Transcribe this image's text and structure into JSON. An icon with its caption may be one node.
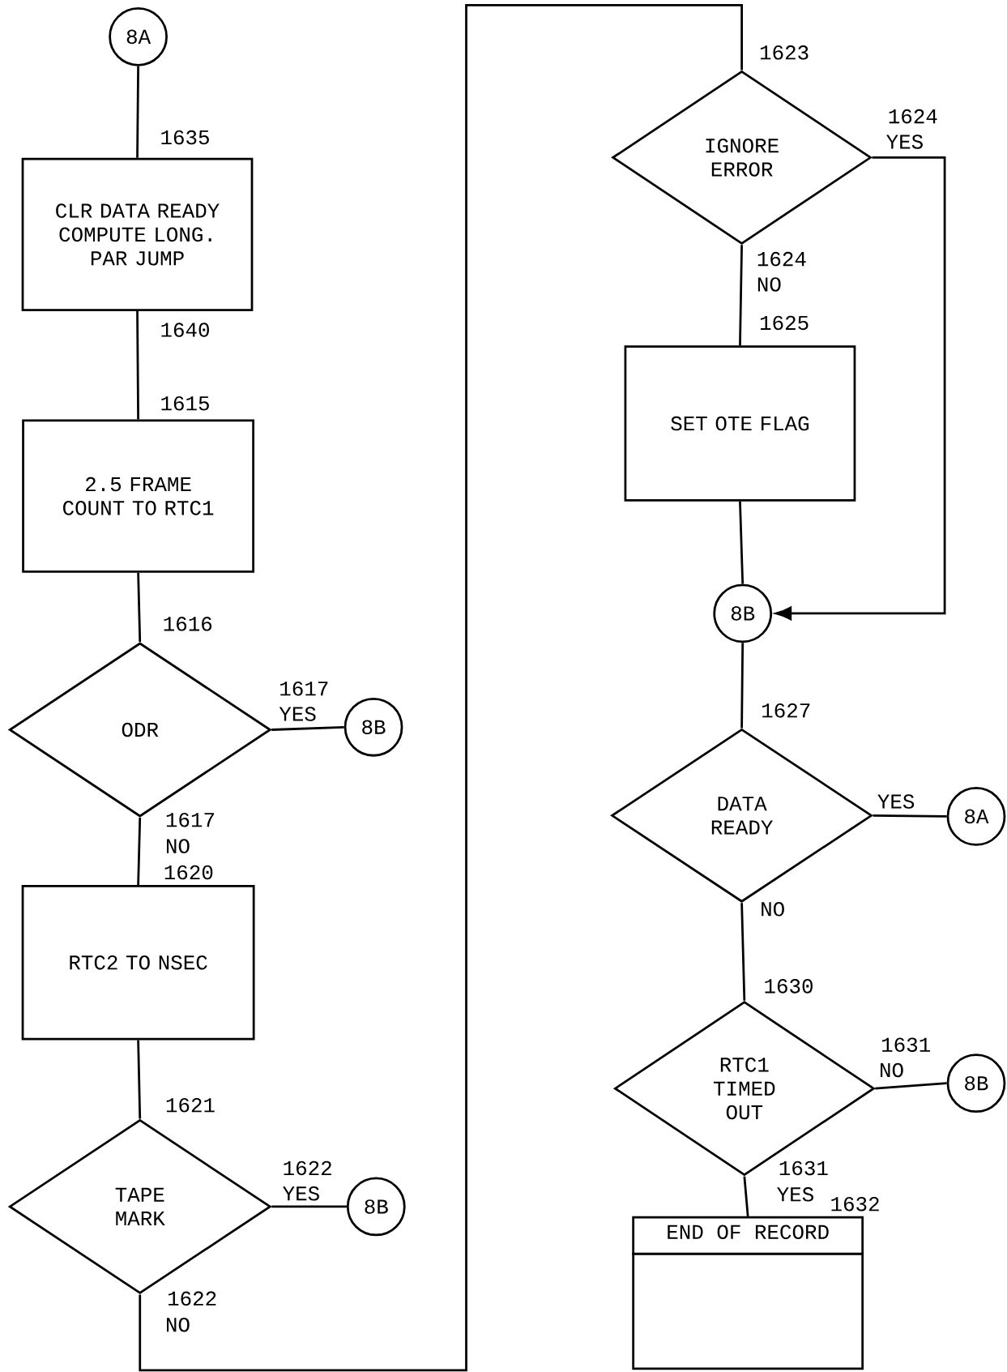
{
  "diagram": {
    "nodes": [
      {
        "text": [
          "8A"
        ]
      },
      {
        "text": [
          "CLR DATA READY COMPUTE LONG. PAR JUMP"
        ]
      },
      {
        "text": [
          "2.5 FRAME COUNT TO RTC1"
        ]
      },
      {
        "text": [
          "ODR"
        ]
      },
      {
        "text": [
          "8B"
        ]
      },
      {
        "text": [
          "RTC2 TO NSEC"
        ]
      },
      {
        "text": [
          "TAPE MARK"
        ]
      },
      {
        "text": [
          "8B"
        ]
      },
      {
        "text": [
          "IGNORE ERROR"
        ]
      },
      {
        "text": [
          "SET OTE FLAG"
        ]
      },
      {
        "text": [
          "8B"
        ]
      },
      {
        "text": [
          "DATA READY"
        ]
      },
      {
        "text": [
          "8A"
        ]
      },
      {
        "text": [
          "RTC1 TIMED OUT"
        ]
      },
      {
        "text": [
          "8B"
        ]
      },
      {
        "text": [
          "END OF RECORD"
        ]
      }
    ],
    "edges": [
      {
        "from": 0,
        "to": 1,
        "arrow": "none"
      },
      {
        "from": 1,
        "to": 2,
        "arrow": "none"
      },
      {
        "from": 2,
        "to": 3,
        "arrow": "none"
      },
      {
        "from": 3,
        "to": 4,
        "arrow": "none"
      },
      {
        "from": 3,
        "to": 5,
        "arrow": "none"
      },
      {
        "from": 5,
        "to": 6,
        "arrow": "none"
      },
      {
        "from": 6,
        "to": 7,
        "arrow": "none"
      },
      {
        "from": 6,
        "to": 8,
        "arrow": "none"
      },
      {
        "from": 8,
        "to": 9,
        "arrow": "none"
      },
      {
        "from": 8,
        "to": 10,
        "arrow": "to"
      },
      {
        "from": 9,
        "to": 10,
        "arrow": "none"
      },
      {
        "from": 10,
        "to": 11,
        "arrow": "none"
      },
      {
        "from": 11,
        "to": 12,
        "arrow": "none"
      },
      {
        "from": 11,
        "to": 13,
        "arrow": "none"
      },
      {
        "from": 13,
        "to": 14,
        "arrow": "none"
      },
      {
        "from": 13,
        "to": 15,
        "arrow": "none"
      }
    ],
    "labels": [
      "1623",
      "1635",
      "1624",
      "YES",
      "1624",
      "NO",
      "1625",
      "1640",
      "1615",
      "1616",
      "1617",
      "YES",
      "1627",
      "YES",
      "1617",
      "NO",
      "1620",
      "NO",
      "1630",
      "1631",
      "NO",
      "1621",
      "1622",
      "YES",
      "1631",
      "YES",
      "1632",
      "1622",
      "NO"
    ]
  }
}
